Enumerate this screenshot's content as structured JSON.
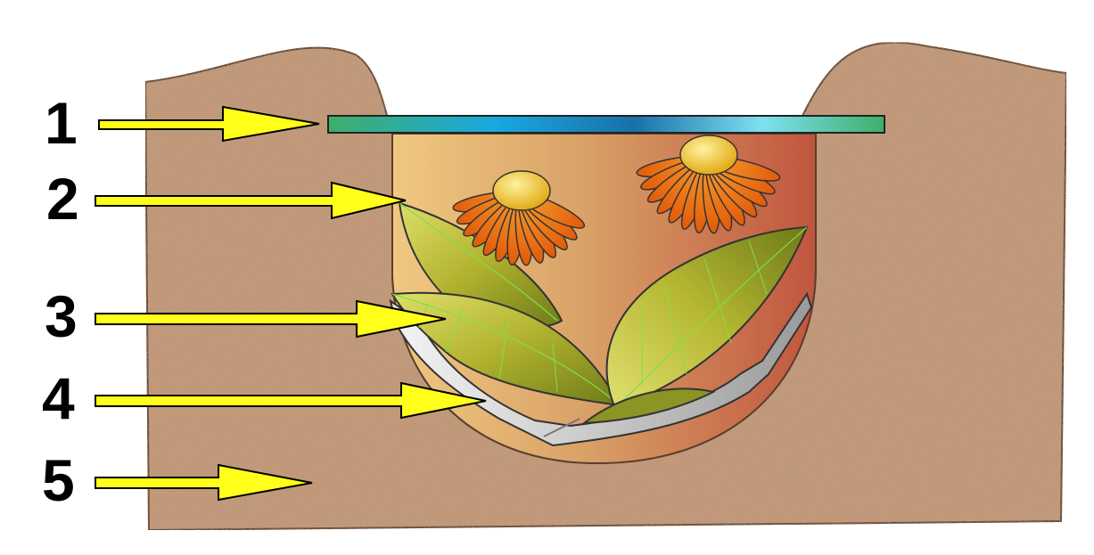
{
  "labels": [
    {
      "id": "1",
      "text": "1"
    },
    {
      "id": "2",
      "text": "2"
    },
    {
      "id": "3",
      "text": "3"
    },
    {
      "id": "4",
      "text": "4"
    },
    {
      "id": "5",
      "text": "5"
    }
  ],
  "colors": {
    "soil": "#c49a7a",
    "soil_dark": "#8a6248",
    "arrow": "#ffff1a",
    "glass_edge": "#3fae6a",
    "glass_mid": "#1aa8e0",
    "petal": "#f07a10",
    "flower_center": "#f2c21e",
    "leaf": "#b8b834",
    "leaf_vein": "#7fe04a",
    "sheet": "#e6e6e6"
  }
}
